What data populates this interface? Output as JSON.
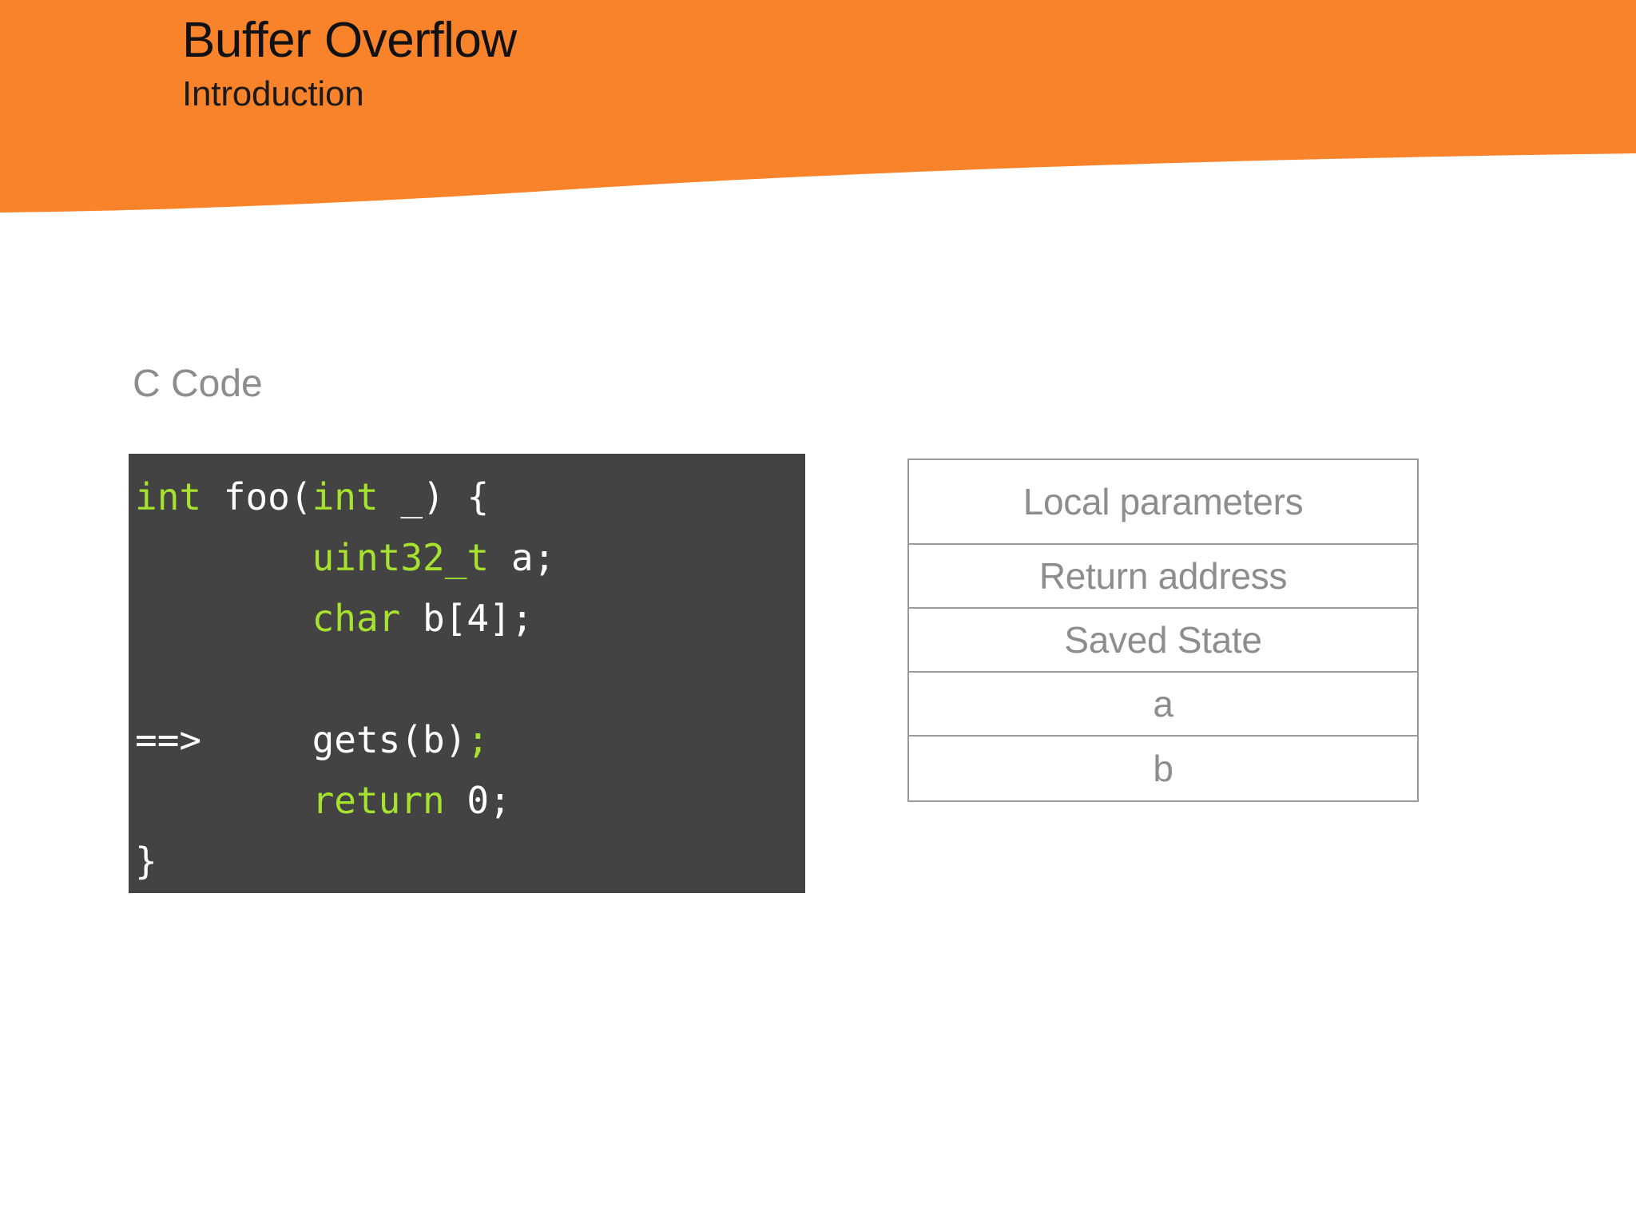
{
  "slide": {
    "title": "Buffer Overflow",
    "subtitle": "Introduction",
    "header_color": "#f9832a",
    "background_color": "#ffffff"
  },
  "section": {
    "label": "C Code",
    "label_color": "#8d8d8d"
  },
  "code_block": {
    "background_color": "#434343",
    "keyword_color": "#a6e22e",
    "text_color": "#ffffff",
    "language": "c",
    "lines": [
      {
        "marker": "",
        "tokens": [
          {
            "text": "int",
            "type": "keyword"
          },
          {
            "text": " foo(",
            "type": "plain"
          },
          {
            "text": "int",
            "type": "keyword"
          },
          {
            "text": " _) {",
            "type": "plain"
          }
        ]
      },
      {
        "marker": "",
        "tokens": [
          {
            "text": "        ",
            "type": "plain"
          },
          {
            "text": "uint32_t",
            "type": "keyword"
          },
          {
            "text": " a;",
            "type": "plain"
          }
        ]
      },
      {
        "marker": "",
        "tokens": [
          {
            "text": "        ",
            "type": "plain"
          },
          {
            "text": "char",
            "type": "keyword"
          },
          {
            "text": " b[4];",
            "type": "plain"
          }
        ]
      },
      {
        "marker": "",
        "tokens": [
          {
            "text": "",
            "type": "plain"
          }
        ]
      },
      {
        "marker": "==>",
        "tokens": [
          {
            "text": "==>",
            "type": "plain"
          },
          {
            "text": "     ",
            "type": "plain"
          },
          {
            "text": "gets(b)",
            "type": "plain"
          },
          {
            "text": ";",
            "type": "keyword"
          }
        ]
      },
      {
        "marker": "",
        "tokens": [
          {
            "text": "        ",
            "type": "plain"
          },
          {
            "text": "return",
            "type": "keyword"
          },
          {
            "text": " 0;",
            "type": "plain"
          }
        ]
      },
      {
        "marker": "",
        "tokens": [
          {
            "text": "}",
            "type": "plain"
          }
        ]
      }
    ]
  },
  "stack_diagram": {
    "border_color": "#9a9a9a",
    "text_color": "#8d8d8d",
    "rows": [
      {
        "label": "Local parameters",
        "size": "tall"
      },
      {
        "label": "Return address",
        "size": "norm"
      },
      {
        "label": "Saved State",
        "size": "norm"
      },
      {
        "label": "a",
        "size": "norm"
      },
      {
        "label": "b",
        "size": "norm"
      }
    ]
  }
}
